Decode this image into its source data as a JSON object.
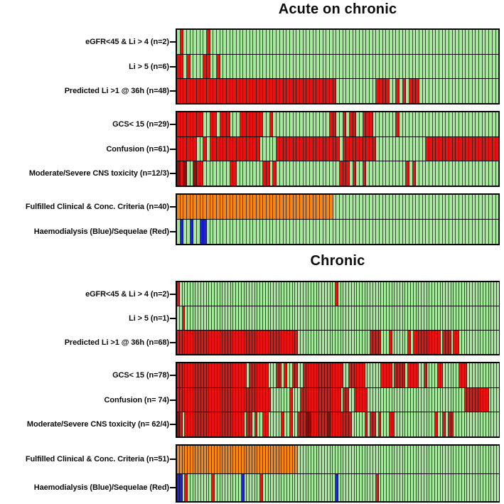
{
  "colors": {
    "G": "#a6e89e",
    "R": "#e41414",
    "D": "#8a1010",
    "O": "#f2861d",
    "B": "#2023cf",
    "cell_border": "#16200f",
    "frame": "#000000"
  },
  "chart_data": {
    "type": "heatmap",
    "cell_code_meaning": "Each column is one patient; G=green cell, R=red cell, D=dark-red cell, O=orange cell, B=blue cell; runs are run-length encoded left to right",
    "panels": [
      {
        "title": "Acute on chronic",
        "columns": 97,
        "groups": [
          {
            "rows": [
              {
                "label": "eGFR<45 & Li > 4 (n=2)",
                "runs": "1G 1R 7G 1R 87G"
              },
              {
                "label": "Li > 5 (n=6)",
                "runs": "2R 1G 1R 4G 2R 2G 1R 84G"
              },
              {
                "label": "Predicted Li >1 @ 36h (n=48)",
                "runs": "48R 12G 4R 2G 1R 1G 1R 1G 3R 24G"
              }
            ]
          },
          {
            "rows": [
              {
                "label": "GCS< 15 (n=29)",
                "runs": "8R 2G 2R 1G 3R 3G 7R 2G 1R 17G 2R 2G 1R 1G 2R 2G 3R 7G 1R 30G"
              },
              {
                "label": "Confusion (n=61)",
                "runs": "6R 2G 1R 1G 15R 5G 19R 1G 10R 15G 22R"
              },
              {
                "label": "Moderate/Severe CNS toxicity (n=12/3)",
                "runs": "1D 1R 1D 2G 1D 2R 8G 2R 8G 2R 1G 1R 19G 3R 1G 1R 2G 1R 12G 1R 1G 1R 25G"
              }
            ]
          },
          {
            "rows": [
              {
                "label": "Fulfilled Clinical & Conc. Criteria (n=40)",
                "runs": "47O 50G"
              },
              {
                "label": "Haemodialysis (Blue)/Sequelae (Red)",
                "runs": "1G 1B 2G 1B 2G 2B 88G"
              }
            ]
          }
        ]
      },
      {
        "title": "Chronic",
        "columns": 120,
        "groups": [
          {
            "rows": [
              {
                "label": "eGFR<45 & Li > 4 (n=2)",
                "runs": "1R 58G 1R 60G"
              },
              {
                "label": "Li > 5 (n=1)",
                "runs": "2G 1R 117G"
              },
              {
                "label": "Predicted Li >1 @ 36h (n=68)",
                "runs": "45R 27G 4R 3G 1R 6G 1R 1G 10R 1G 3R 1G 2R 15G"
              }
            ]
          },
          {
            "rows": [
              {
                "label": "GCS< 15 (n=78)",
                "runs": "26R 1G 7R 3G 2R 1G 1R 2G 2R 2G 15R 2G 6R 6G 4R 1G 4R 1G 4R 2G 1R 4G 2R 6G 3R 12G"
              },
              {
                "label": "Confusion (n= 74)",
                "runs": "35R 7G 1R 3G 15R 1G 2R 2G 5R 36G 9R 4G"
              },
              {
                "label": "Moderate/Severe CNS toxicity (n= 62/4)",
                "runs": "1D 1R 1G 22R 1G 2R 1G 1R 2G 2R 5G 1R 2G 1R 2G 3R 2D 6R 1D 8R 5G 1R 1G 2R 1G 1R 3G 2R 15G 1R 2G 1R 1G 2R 17G"
              }
            ]
          },
          {
            "rows": [
              {
                "label": "Fulfilled Clinical & Conc. Criteria (n=51)",
                "runs": "45O 75G"
              },
              {
                "label": "Haemodialysis (Blue)/Sequelae (Red)",
                "runs": "2B 1G 1R 9G 1R 10G 1B 6G 1R 27G 1B 14G 1R 45G"
              }
            ]
          }
        ]
      }
    ]
  }
}
